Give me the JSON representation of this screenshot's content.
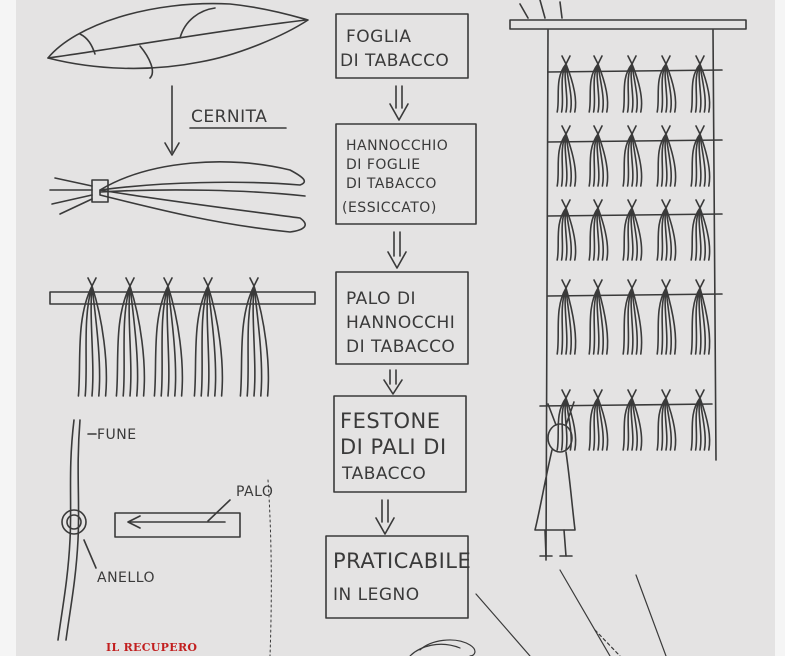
{
  "diagram": {
    "labels": {
      "cernita": "CERNITA",
      "fune": "FUNE",
      "palo": "PALO",
      "anello": "ANELLO"
    },
    "flow_steps": [
      [
        "FOGLIA",
        "DI TABACCO"
      ],
      [
        "HANNOCCHIO",
        "DI FOGLIE",
        "DI TABACCO",
        "(ESSICCATO)"
      ],
      [
        "PALO DI",
        "HANNOCCHI",
        "DI TABACCO"
      ],
      [
        "FESTONE",
        "DI PALI DI",
        "TABACCO"
      ],
      [
        "PRATICABILE",
        "IN LEGNO"
      ]
    ]
  },
  "caption": "IL RECUPERO",
  "colors": {
    "paper": "#e4e3e3",
    "ink": "#3a3a3a",
    "caption": "#c21f1f"
  }
}
